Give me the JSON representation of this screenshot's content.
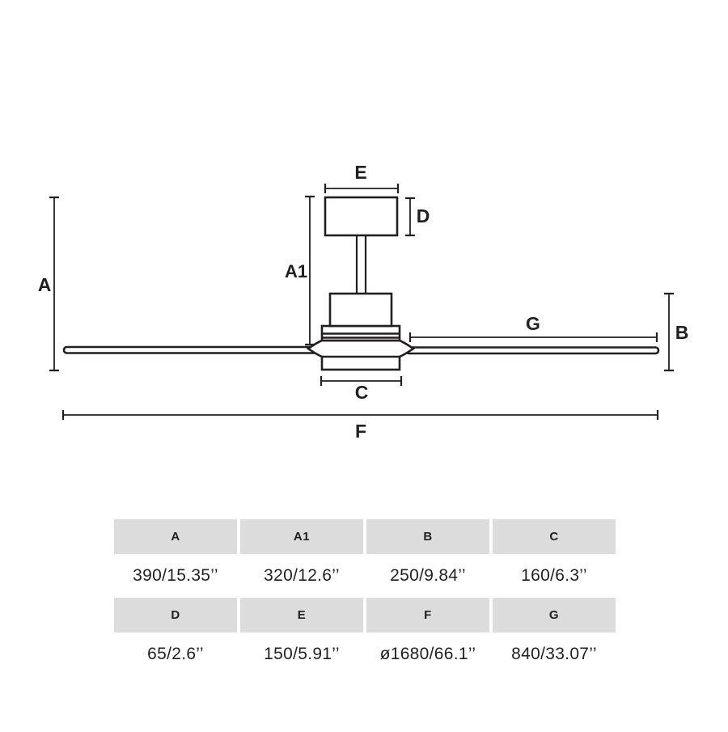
{
  "diagram": {
    "labels": {
      "a": "A",
      "a1": "A1",
      "b": "B",
      "c": "C",
      "d": "D",
      "e": "E",
      "f": "F",
      "g": "G"
    }
  },
  "table": {
    "row1": {
      "headers": [
        "A",
        "A1",
        "B",
        "C"
      ],
      "values": [
        "390/15.35’’",
        "320/12.6’’",
        "250/9.84’’",
        "160/6.3’’"
      ]
    },
    "row2": {
      "headers": [
        "D",
        "E",
        "F",
        "G"
      ],
      "values": [
        "65/2.6’’",
        "150/5.91’’",
        "ø1680/66.1’’",
        "840/33.07’’"
      ]
    }
  },
  "colors": {
    "line": "#231f20",
    "table_header_bg": "#dcdcdc",
    "background": "#ffffff"
  }
}
